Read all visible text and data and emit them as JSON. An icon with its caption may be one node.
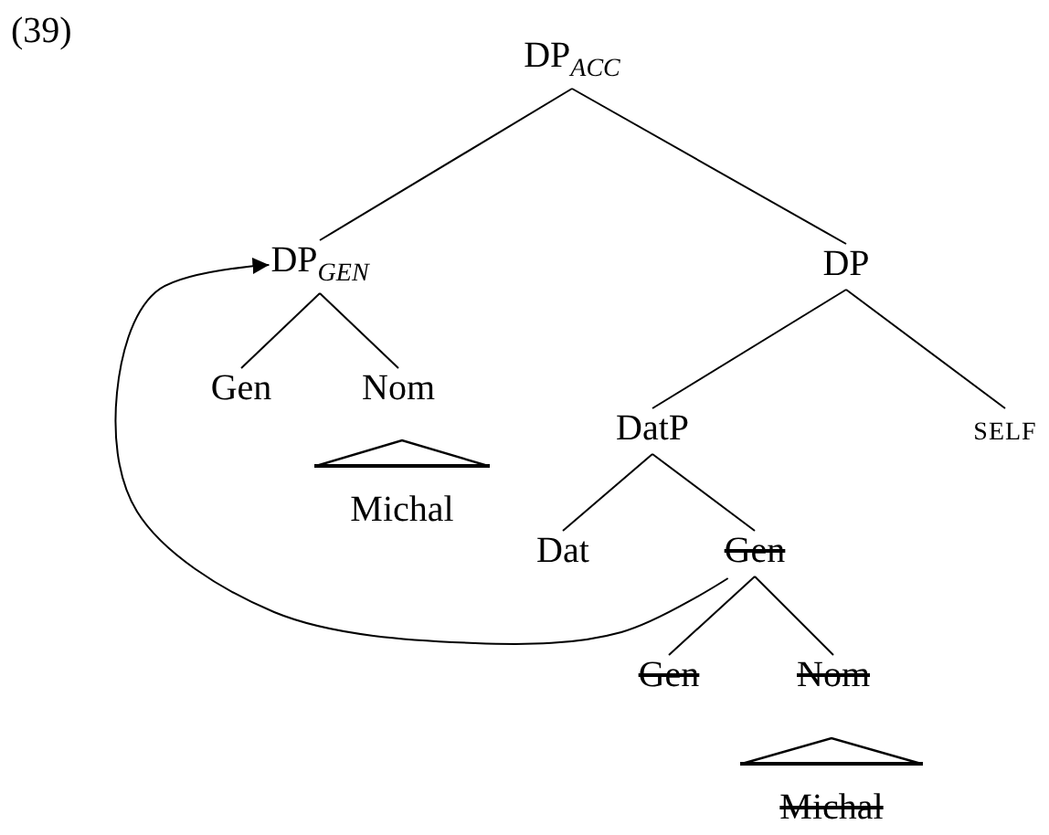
{
  "diagram": {
    "nodes": [
      {
        "text": [
          "DP$_{ACC}$"
        ]
      },
      {
        "text": [
          "DP$_{GEN}$"
        ]
      },
      {
        "text": [
          "DP"
        ]
      },
      {
        "text": [
          "Gen"
        ]
      },
      {
        "text": [
          "Nom"
        ]
      },
      {
        "text": [
          "Michal"
        ]
      },
      {
        "text": [
          "DatP"
        ]
      },
      {
        "text": [
          "SELF"
        ]
      },
      {
        "text": [
          "Dat"
        ]
      },
      {
        "text": [
          "Gen"
        ]
      },
      {
        "text": [
          "Gen"
        ]
      },
      {
        "text": [
          "Nom"
        ]
      },
      {
        "text": [
          "Michal"
        ]
      }
    ],
    "edges": [
      {
        "from": 0,
        "to": 1,
        "arrow": "none"
      },
      {
        "from": 0,
        "to": 2,
        "arrow": "none"
      },
      {
        "from": 1,
        "to": 3,
        "arrow": "none"
      },
      {
        "from": 1,
        "to": 4,
        "arrow": "none"
      },
      {
        "from": 2,
        "to": 6,
        "arrow": "none"
      },
      {
        "from": 2,
        "to": 7,
        "arrow": "none"
      },
      {
        "from": 6,
        "to": 8,
        "arrow": "none"
      },
      {
        "from": 6,
        "to": 9,
        "arrow": "none"
      },
      {
        "from": 9,
        "to": 10,
        "arrow": "none"
      },
      {
        "from": 9,
        "to": 11,
        "arrow": "none"
      },
      {
        "from": 9,
        "to": 1,
        "arrow": "to"
      }
    ],
    "labels": [
      "(39)"
    ]
  }
}
